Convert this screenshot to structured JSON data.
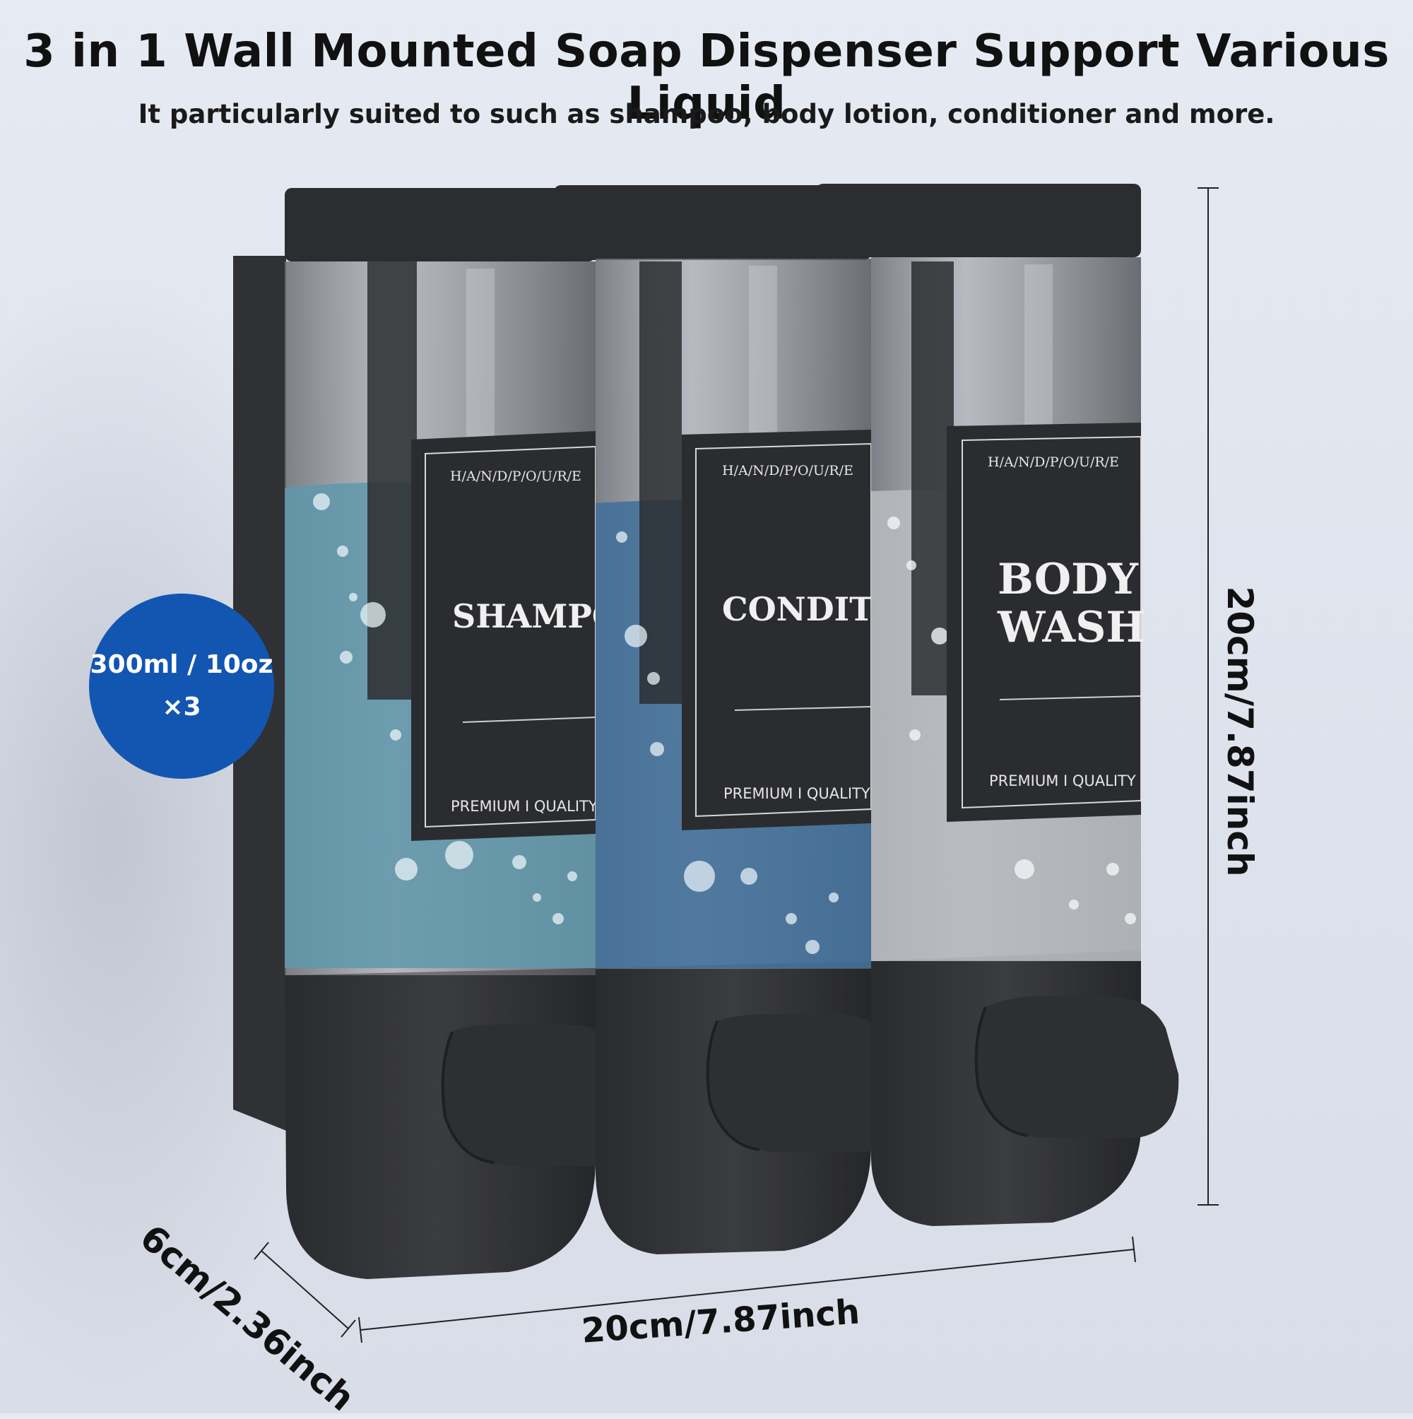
{
  "headline": "3 in 1 Wall Mounted Soap Dispenser Support Various Liquid",
  "subheadline": "It particularly suited to such as shampoo, body lotion, conditioner and more.",
  "capacity_badge": {
    "line1": "300ml / 10oz",
    "line2": "×3",
    "color": "#1256b1"
  },
  "dimensions": {
    "height": "20cm/7.87inch",
    "width": "20cm/7.87inch",
    "depth": "6cm/2.36inch"
  },
  "dispensers": [
    {
      "brand": "H/A/N/D/P/O/U/R/E",
      "name_line1": "SHAMPOO",
      "name_line2": "",
      "footer": "PREMIUM  I  QUALITY",
      "liquid_color": "#5f98ab"
    },
    {
      "brand": "H/A/N/D/P/O/U/R/E",
      "name_line1": "CONDITIONER",
      "name_line2": "",
      "footer": "PREMIUM  I  QUALITY",
      "liquid_color": "#3f6e9a"
    },
    {
      "brand": "H/A/N/D/P/O/U/R/E",
      "name_line1": "BODY",
      "name_line2": "WASH",
      "footer": "PREMIUM  I  QUALITY",
      "liquid_color": "#b9bcc0"
    }
  ]
}
